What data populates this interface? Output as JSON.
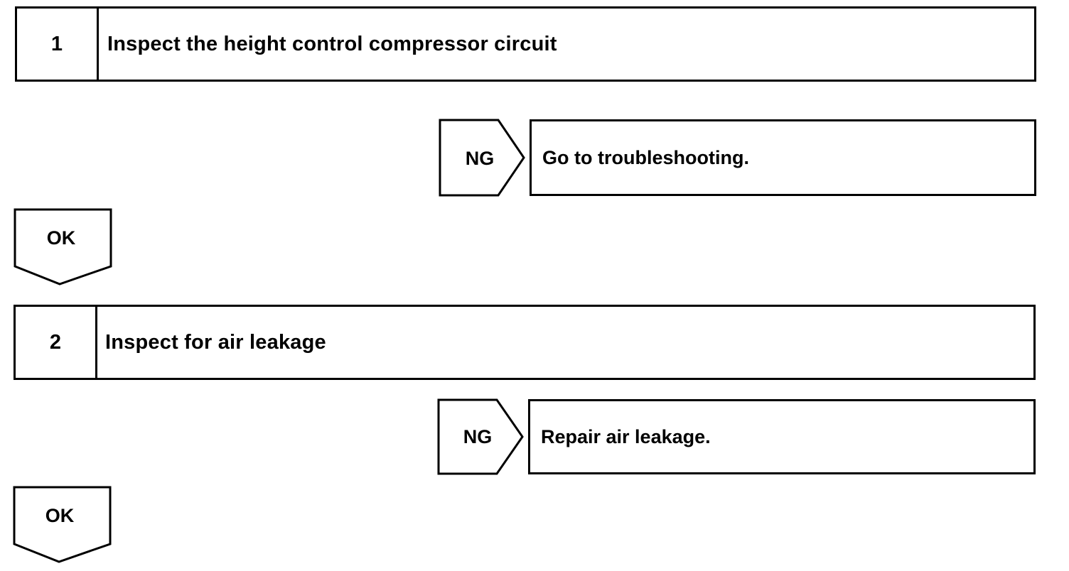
{
  "steps": [
    {
      "number": "1",
      "title": "Inspect the height control compressor circuit",
      "ng_label": "NG",
      "ng_action": "Go to troubleshooting.",
      "ok_label": "OK"
    },
    {
      "number": "2",
      "title": "Inspect for air leakage",
      "ng_label": "NG",
      "ng_action": "Repair air leakage.",
      "ok_label": "OK"
    }
  ]
}
